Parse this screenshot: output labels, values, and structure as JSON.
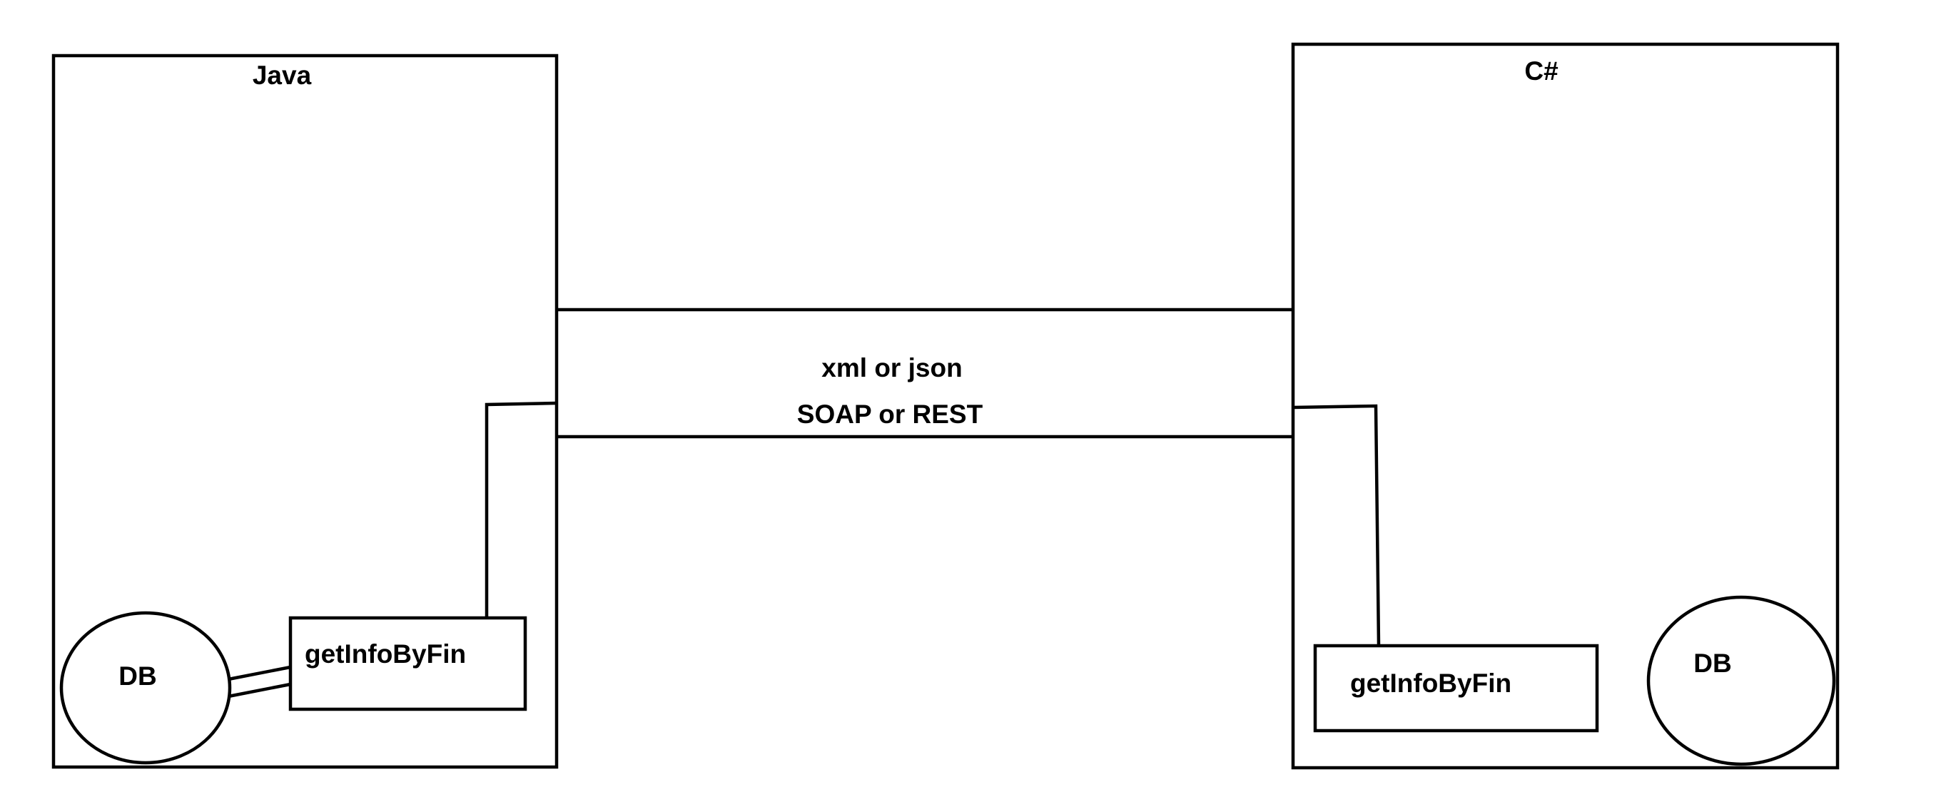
{
  "java_system": {
    "title": "Java",
    "db_label": "DB",
    "method_label": "getInfoByFin"
  },
  "csharp_system": {
    "title": "C#",
    "db_label": "DB",
    "method_label": "getInfoByFin"
  },
  "channel": {
    "format_label": "xml or json",
    "protocol_label": "SOAP or REST"
  }
}
